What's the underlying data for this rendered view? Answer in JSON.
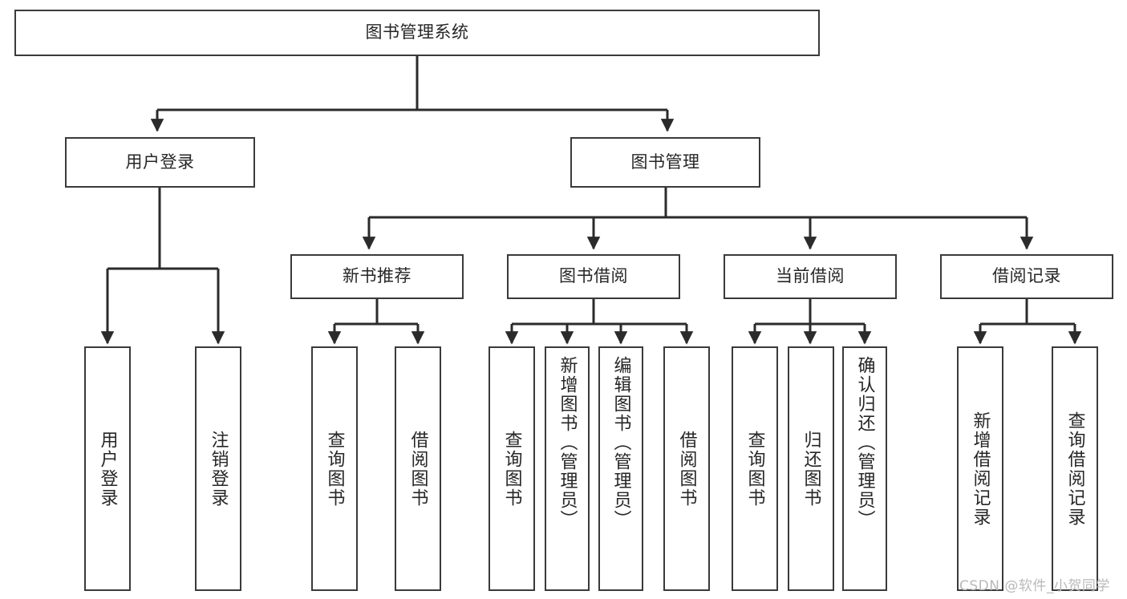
{
  "diagram": {
    "title": "图书管理系统",
    "type": "functional-structure-tree",
    "watermark": "CSDN @软件_小贺同学",
    "colors": {
      "box_border": "#3a3a3a",
      "box_fill": "#ffffff",
      "edge": "#2b2b2b",
      "text": "#262626",
      "watermark": "#b9b9b9",
      "background": "#ffffff"
    },
    "nodes": {
      "root": {
        "label": "图书管理系统"
      },
      "level2": [
        {
          "id": "user-login",
          "label": "用户登录"
        },
        {
          "id": "book-manage",
          "label": "图书管理"
        }
      ],
      "level3": [
        {
          "id": "new-book-recommend",
          "label": "新书推荐"
        },
        {
          "id": "book-borrow",
          "label": "图书借阅"
        },
        {
          "id": "current-borrow",
          "label": "当前借阅"
        },
        {
          "id": "borrow-record",
          "label": "借阅记录"
        }
      ],
      "leaves": {
        "user_login": [
          {
            "id": "leaf-user-login",
            "label": "用户登录"
          },
          {
            "id": "leaf-logout-login",
            "label": "注销登录"
          }
        ],
        "new_book_recommend": [
          {
            "id": "leaf-query-book-1",
            "label": "查询图书"
          },
          {
            "id": "leaf-borrow-book-1",
            "label": "借阅图书"
          }
        ],
        "book_borrow": [
          {
            "id": "leaf-query-book-2",
            "label": "查询图书"
          },
          {
            "id": "leaf-add-book",
            "label": "新增图书（管理员）"
          },
          {
            "id": "leaf-edit-book",
            "label": "编辑图书（管理员）"
          },
          {
            "id": "leaf-borrow-book-2",
            "label": "借阅图书"
          }
        ],
        "current_borrow": [
          {
            "id": "leaf-query-book-3",
            "label": "查询图书"
          },
          {
            "id": "leaf-return-book",
            "label": "归还图书"
          },
          {
            "id": "leaf-confirm-return",
            "label": "确认归还（管理员）"
          }
        ],
        "borrow_record": [
          {
            "id": "leaf-add-record",
            "label": "新增借阅记录"
          },
          {
            "id": "leaf-query-record",
            "label": "查询借阅记录"
          }
        ]
      }
    }
  }
}
